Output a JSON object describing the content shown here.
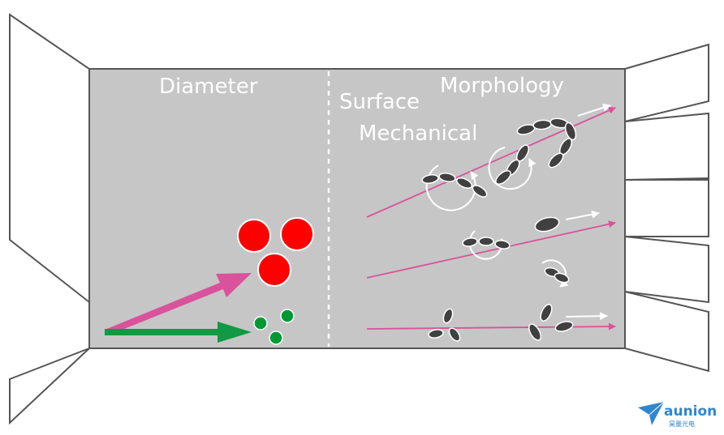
{
  "labels": {
    "diameter": "Diameter",
    "morphology": "Morphology",
    "surface": "Surface",
    "mechanical": "Mechanical"
  },
  "logo": {
    "name": "aunion",
    "subtitle": "昊量光电"
  },
  "colors": {
    "channel": "#c6c6c6",
    "wall": "#555555",
    "large_particle": "#ff0000",
    "small_particle": "#009933",
    "magenta_arrow": "#d9529b",
    "green_arrow": "#119944",
    "cell": "#404040",
    "logo": "#2f86cf"
  },
  "icons": {
    "logo": "paper-plane-icon",
    "rotation": "circular-arrow-icon",
    "flow": "arrow-icon"
  }
}
